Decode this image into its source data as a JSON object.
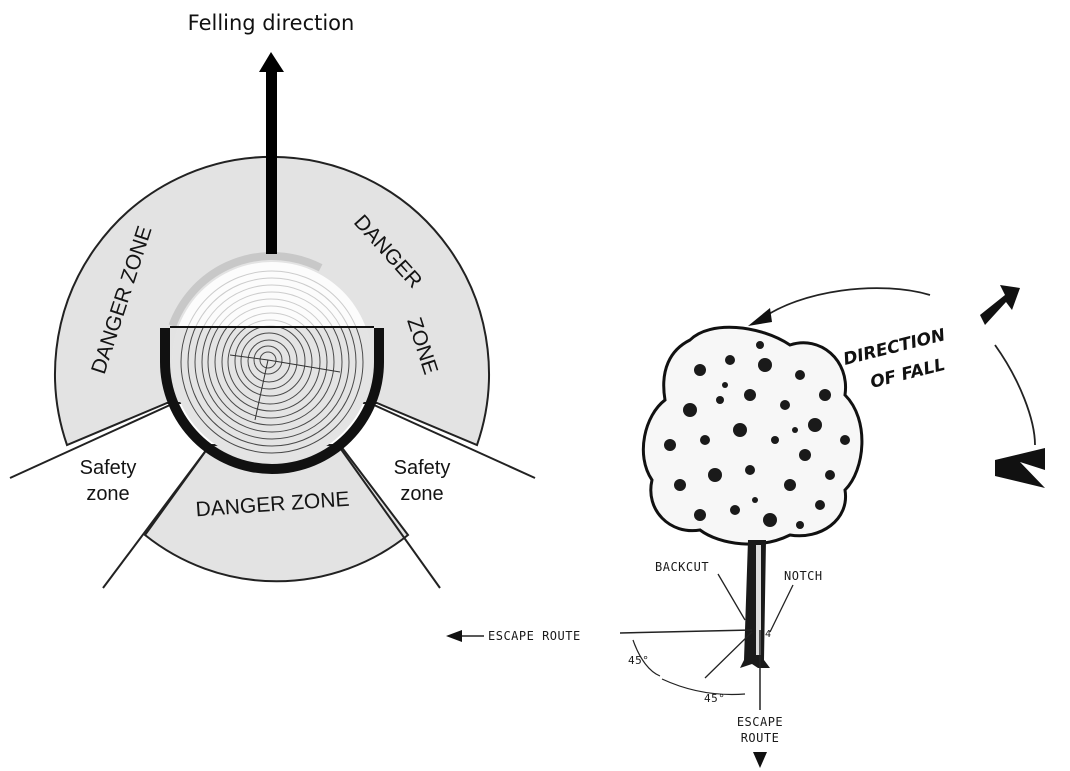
{
  "left_diagram": {
    "title": "Felling direction",
    "danger_zone_left": "DANGER ZONE",
    "danger_zone_right_top": "DANGER",
    "danger_zone_right_bottom": "ZONE",
    "danger_zone_bottom": "DANGER ZONE",
    "safety_zone_left_line1": "Safety",
    "safety_zone_left_line2": "zone",
    "safety_zone_right_line1": "Safety",
    "safety_zone_right_line2": "zone"
  },
  "right_diagram": {
    "direction_line1": "DIRECTION",
    "direction_line2": "OF FALL",
    "backcut": "BACKCUT",
    "notch": "NOTCH",
    "escape_route_left": "ESCAPE ROUTE",
    "escape_route_bottom_line1": "ESCAPE",
    "escape_route_bottom_line2": "ROUTE",
    "angle_upper": "45°",
    "angle_lower": "45°"
  },
  "colors": {
    "zone_fill": "#e3e3e3",
    "outline": "#1a1a1a",
    "arrow": "#000000"
  }
}
